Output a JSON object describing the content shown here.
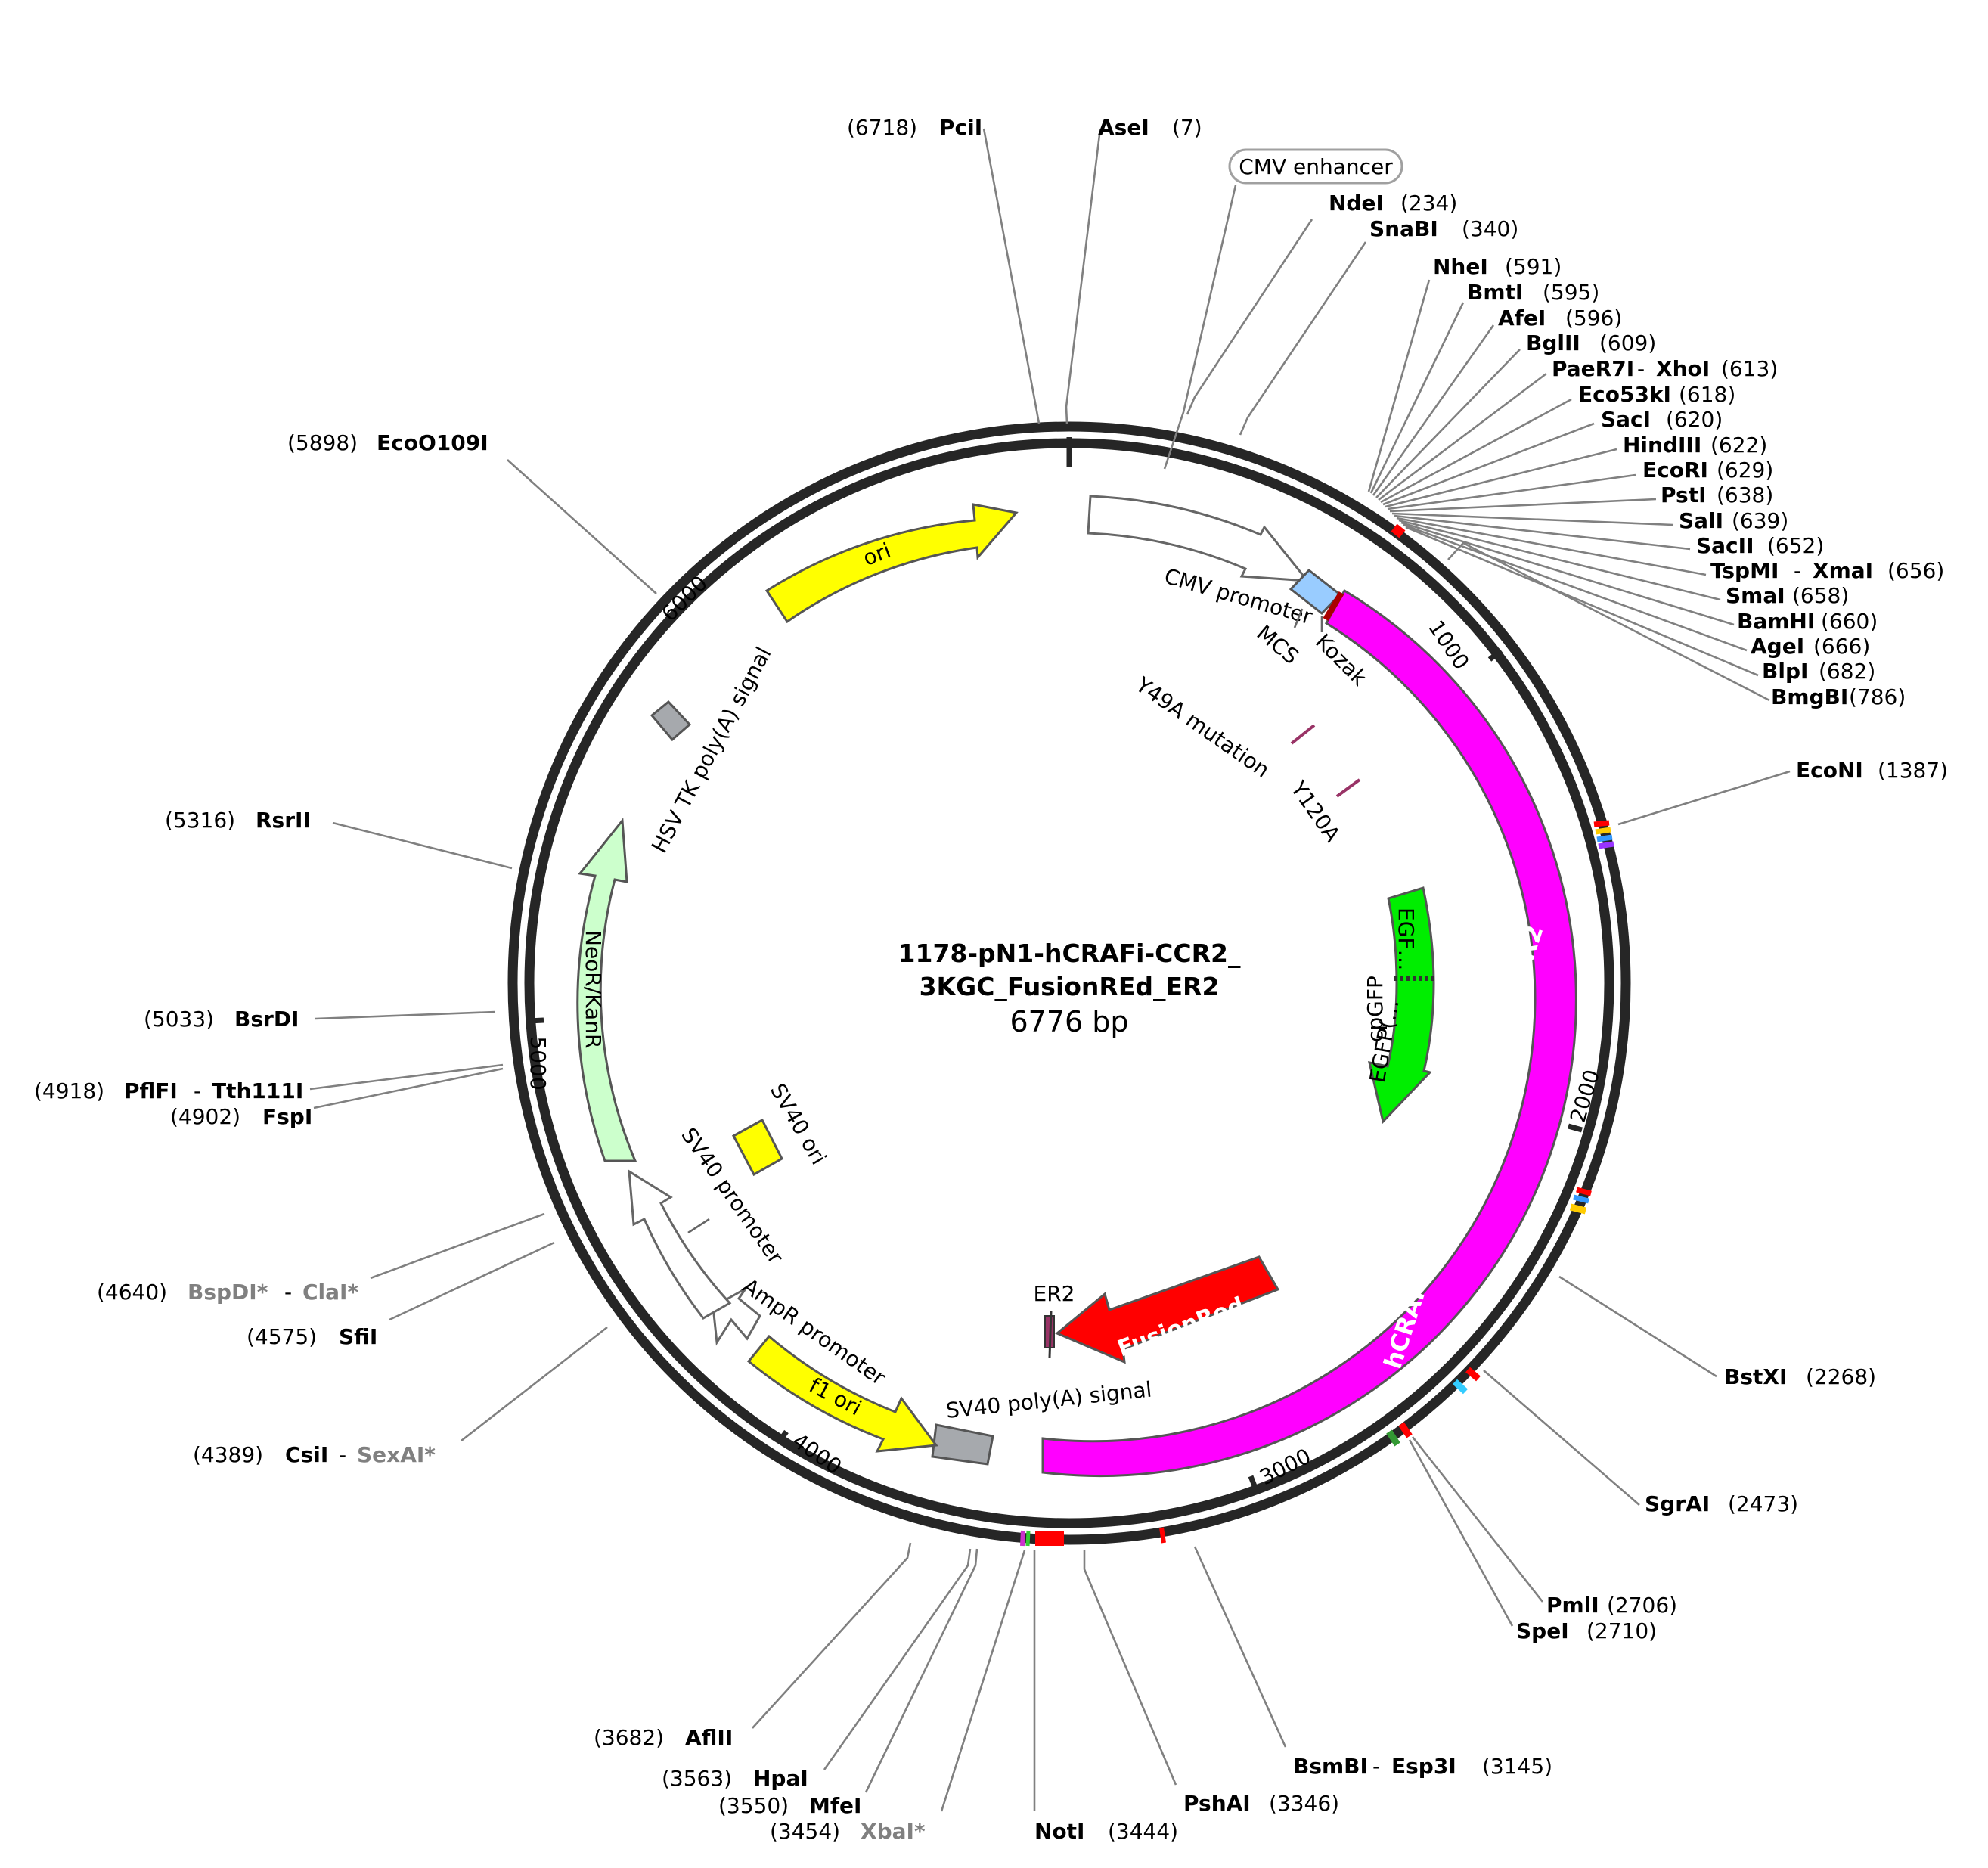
{
  "plasmid": {
    "name_line1": "1178-pN1-hCRAFi-CCR2_",
    "name_line2": "3KGC_FusionREd_ER2",
    "length_label": "6776 bp"
  },
  "ticks": [
    "1000",
    "2000",
    "3000",
    "4000",
    "5000",
    "6000"
  ],
  "colors": {
    "backbone": "#262626",
    "fusion_orf": "#ff00ff",
    "fusion_red": "#ff0000",
    "egfp": "#00ff00",
    "ori": "#ffff00",
    "neo": "#ccffcc",
    "kozak": "#99ccff",
    "signal_box": "#a6a9ad",
    "mutation": "#993366",
    "leader": "#808080"
  },
  "features": {
    "cmv_enhancer": "CMV enhancer",
    "cmv_promoter": "CMV promoter",
    "mcs": "MCS",
    "kozak": "Kozak",
    "y49a": "Y49A mutation",
    "y120a": "Y120A",
    "egfp_a": "EGF…",
    "egfp_b": "EGFP(…",
    "cpgfp": "cpGFP",
    "fusion_orf": "hCRAFi-CCR2_KGC_FusionRed_ER2",
    "fusionred": "FusionRed",
    "er2": "ER2",
    "sv40_polya": "SV40 poly(A) signal",
    "f1_ori": "f1 ori",
    "ampr_promoter": "AmpR promoter",
    "sv40_promoter": "SV40 promoter",
    "sv40_ori": "SV40 ori",
    "neo": "NeoR/KanR",
    "hsv_tk": "HSV TK poly(A) signal",
    "ori": "ori"
  },
  "sites": {
    "pcii": {
      "name": "PciI",
      "pos": "(6718)"
    },
    "asei": {
      "name": "AseI",
      "pos": "(7)"
    },
    "ndei": {
      "name": "NdeI",
      "pos": "(234)"
    },
    "snabi": {
      "name": "SnaBI",
      "pos": "(340)"
    },
    "nhei": {
      "name": "NheI",
      "pos": "(591)"
    },
    "bmti": {
      "name": "BmtI",
      "pos": "(595)"
    },
    "afei": {
      "name": "AfeI",
      "pos": "(596)"
    },
    "bglii": {
      "name": "BglII",
      "pos": "(609)"
    },
    "paer7i": {
      "name": "PaeR7I",
      "sep": "-",
      "name2": "XhoI",
      "pos": "(613)"
    },
    "eco53ki": {
      "name": "Eco53kI",
      "pos": "(618)"
    },
    "saci": {
      "name": "SacI",
      "pos": "(620)"
    },
    "hindiii": {
      "name": "HindIII",
      "pos": "(622)"
    },
    "ecori": {
      "name": "EcoRI",
      "pos": "(629)"
    },
    "psti": {
      "name": "PstI",
      "pos": "(638)"
    },
    "sali": {
      "name": "SalI",
      "pos": "(639)"
    },
    "sacii": {
      "name": "SacII",
      "pos": "(652)"
    },
    "tspmi": {
      "name": "TspMI",
      "sep": "-",
      "name2": "XmaI",
      "pos": "(656)"
    },
    "smai": {
      "name": "SmaI",
      "pos": "(658)"
    },
    "bamhi": {
      "name": "BamHI",
      "pos": "(660)"
    },
    "agei": {
      "name": "AgeI",
      "pos": "(666)"
    },
    "blpi": {
      "name": "BlpI",
      "pos": "(682)"
    },
    "bmgbi": {
      "name": "BmgBI",
      "pos": "(786)"
    },
    "econi": {
      "name": "EcoNI",
      "pos": "(1387)"
    },
    "bstxi": {
      "name": "BstXI",
      "pos": "(2268)"
    },
    "sgrai": {
      "name": "SgrAI",
      "pos": "(2473)"
    },
    "pmli": {
      "name": "PmlI",
      "pos": "(2706)"
    },
    "spei": {
      "name": "SpeI",
      "pos": "(2710)"
    },
    "bsmbi": {
      "name": "BsmBI",
      "sep": "-",
      "name2": "Esp3I",
      "pos": "(3145)"
    },
    "pshai": {
      "name": "PshAI",
      "pos": "(3346)"
    },
    "noti": {
      "name": "NotI",
      "pos": "(3444)"
    },
    "xbai": {
      "name": "XbaI*",
      "pos": "(3454)"
    },
    "mfei": {
      "name": "MfeI",
      "pos": "(3550)"
    },
    "hpai": {
      "name": "HpaI",
      "pos": "(3563)"
    },
    "aflii": {
      "name": "AflII",
      "pos": "(3682)"
    },
    "csii": {
      "name": "CsiI",
      "sep": "-",
      "name2": "SexAI*",
      "pos": "(4389)"
    },
    "sfii": {
      "name": "SfiI",
      "pos": "(4575)"
    },
    "bspdi": {
      "name": "BspDI*",
      "sep": "-",
      "name2": "ClaI*",
      "pos": "(4640)"
    },
    "fspi": {
      "name": "FspI",
      "pos": "(4902)"
    },
    "pflfi": {
      "name": "PflFI",
      "sep": "-",
      "name2": "Tth111I",
      "pos": "(4918)"
    },
    "bsrdi": {
      "name": "BsrDI",
      "pos": "(5033)"
    },
    "rsrii": {
      "name": "RsrII",
      "pos": "(5316)"
    },
    "eco0109i": {
      "name": "EcoO109I",
      "pos": "(5898)"
    }
  }
}
